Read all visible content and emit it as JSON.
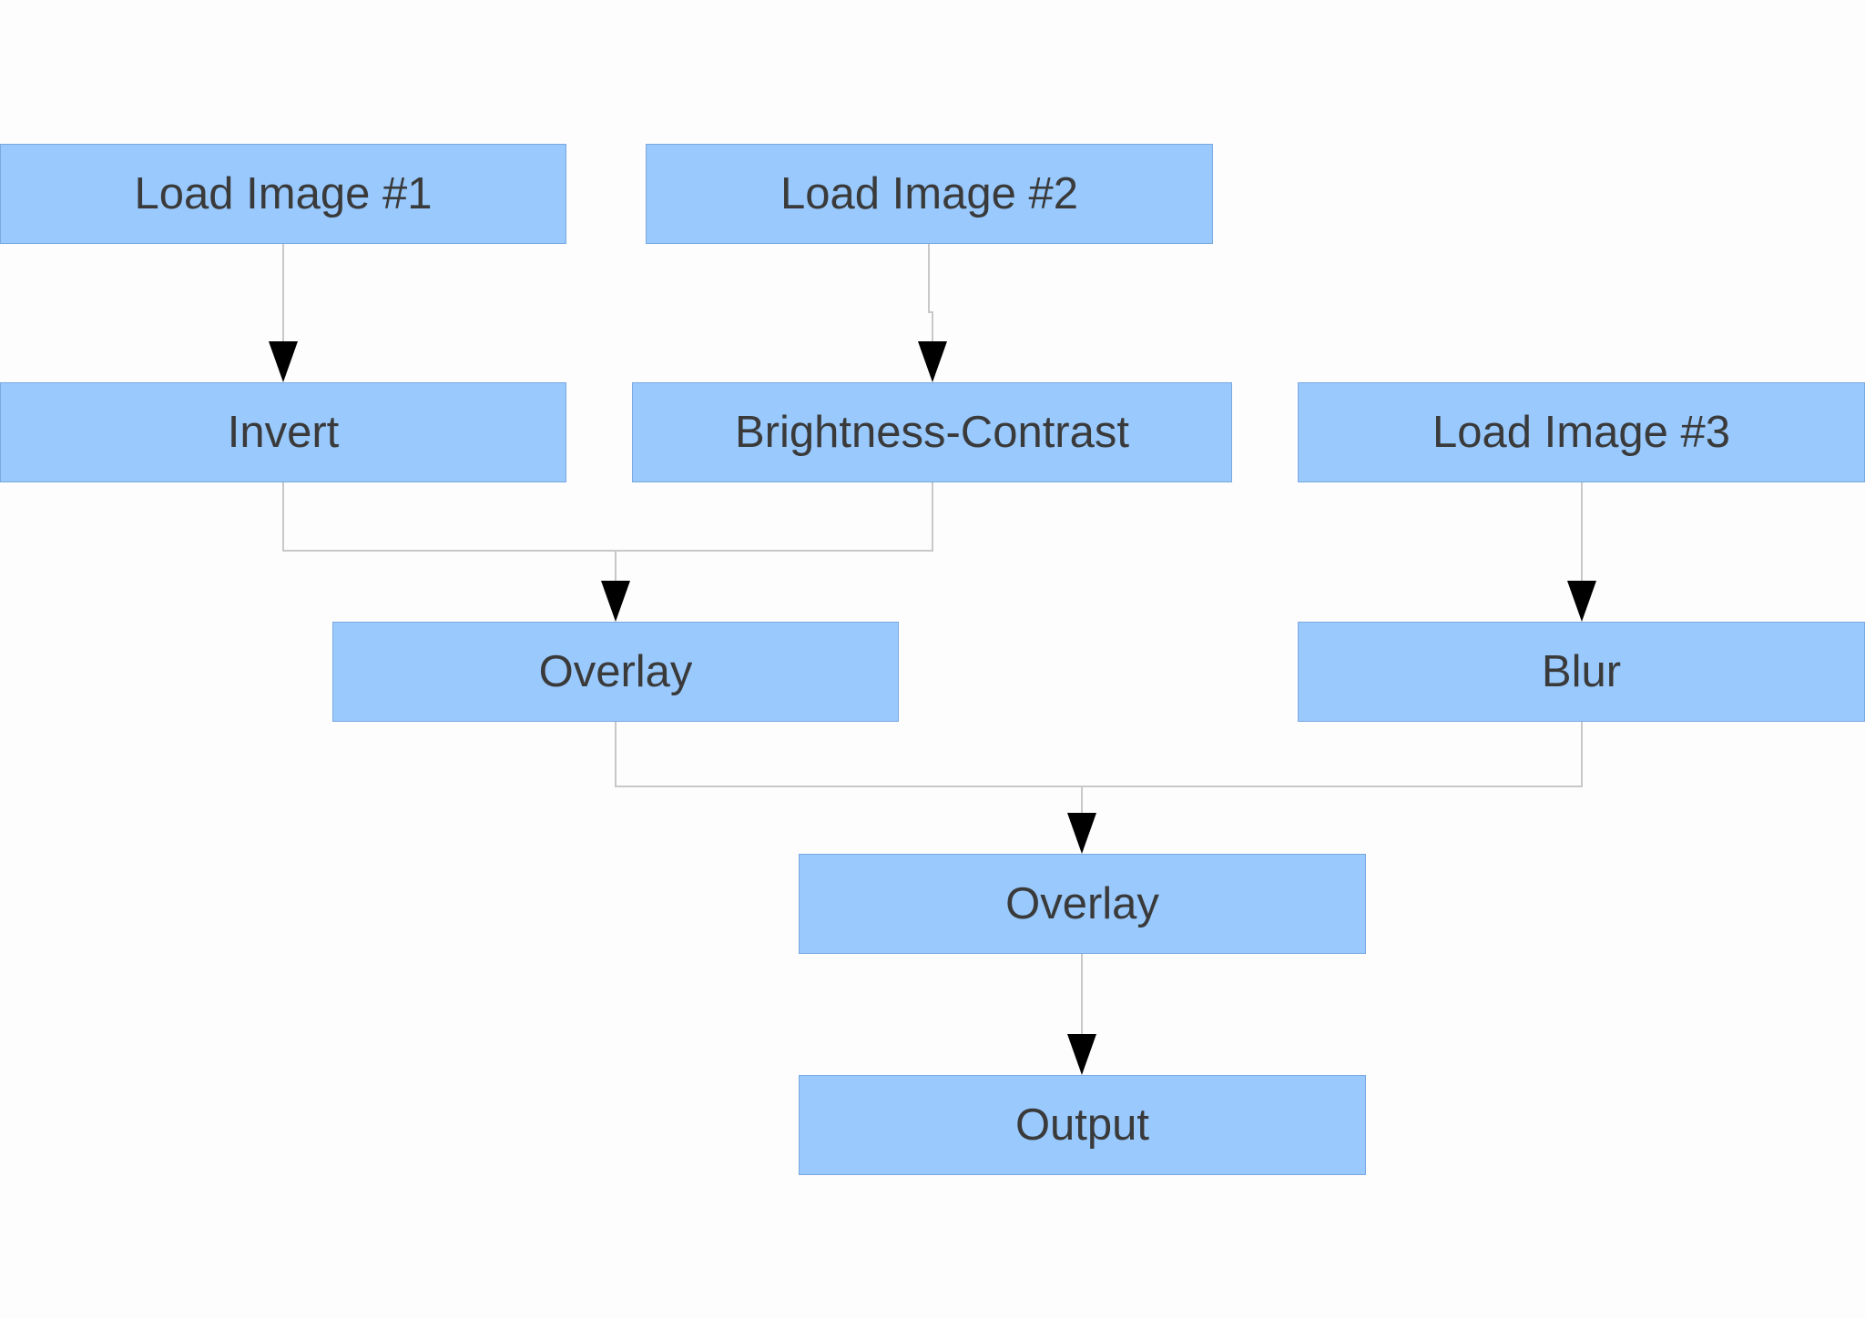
{
  "nodes": {
    "load1": "Load Image #1",
    "load2": "Load Image #2",
    "invert": "Invert",
    "brightness_contrast": "Brightness-Contrast",
    "load3": "Load Image #3",
    "overlay1": "Overlay",
    "blur": "Blur",
    "overlay2": "Overlay",
    "output": "Output"
  },
  "edges": [
    {
      "from": "load1",
      "to": "invert"
    },
    {
      "from": "load2",
      "to": "brightness_contrast"
    },
    {
      "from": "invert",
      "to": "overlay1"
    },
    {
      "from": "brightness_contrast",
      "to": "overlay1"
    },
    {
      "from": "load3",
      "to": "blur"
    },
    {
      "from": "overlay1",
      "to": "overlay2"
    },
    {
      "from": "blur",
      "to": "overlay2"
    },
    {
      "from": "overlay2",
      "to": "output"
    }
  ],
  "colors": {
    "node_fill": "#99c9fd",
    "node_border": "#7aa9e3",
    "connector": "#c8c8c8",
    "arrowhead": "#000000",
    "text": "#3a3a3a",
    "background": "#fdfdfd"
  }
}
